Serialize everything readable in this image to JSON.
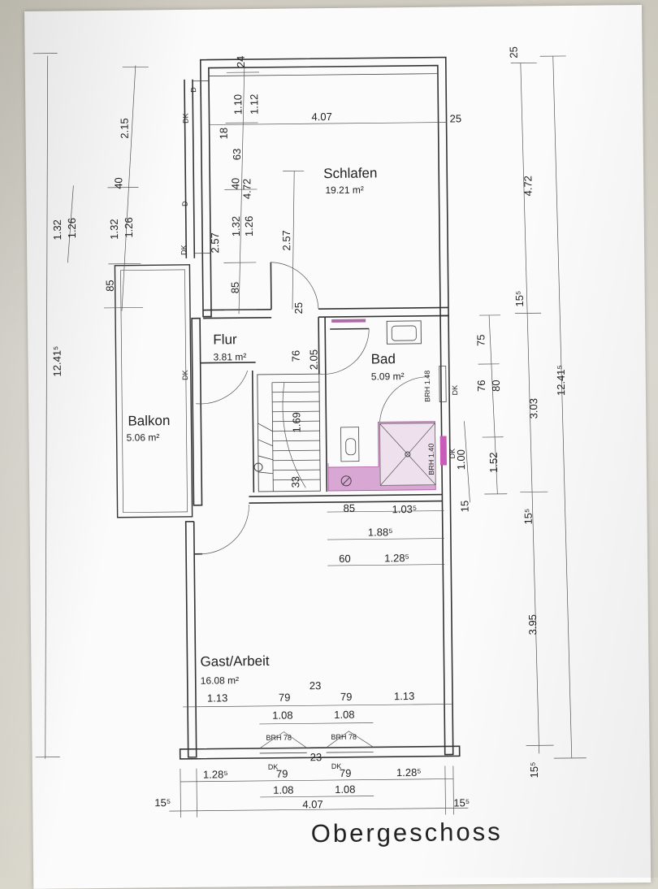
{
  "plan": {
    "title": "Obergeschoss",
    "rooms": [
      {
        "name": "Schlafen",
        "area": "19.21 m²"
      },
      {
        "name": "Flur",
        "area": "3.81 m²"
      },
      {
        "name": "Bad",
        "area": "5.09 m²"
      },
      {
        "name": "Balkon",
        "area": "5.06 m²"
      },
      {
        "name": "Gast/Arbeit",
        "area": "16.08 m²"
      }
    ],
    "dimensions": {
      "left_outer": [
        "12.41⁵",
        "1.32",
        "1.26",
        "2.15"
      ],
      "left_inner": [
        "40",
        "1.32",
        "1.26",
        "85"
      ],
      "left_mid": [
        "2.57",
        "1.32",
        "1.26",
        "85",
        "63",
        "18",
        "40",
        "4.72",
        "1.10",
        "1.12",
        "24",
        "2.57"
      ],
      "flur": [
        "25",
        "76",
        "2.05",
        "1.69",
        "33"
      ],
      "right_outer": [
        "25",
        "4.72",
        "15⁵",
        "12.41⁵",
        "3.03",
        "15⁵",
        "3.95",
        "15⁵"
      ],
      "right_inner": [
        "75",
        "76",
        "80",
        "1.00",
        "1.52",
        "15"
      ],
      "top": [
        "4.07",
        "25"
      ],
      "middle": [
        "85",
        "1.03⁵",
        "1.88⁵",
        "60",
        "1.28⁵"
      ],
      "gast_row1": [
        "1.13",
        "79",
        "23",
        "79",
        "1.13"
      ],
      "gast_row2": [
        "1.08",
        "1.08"
      ],
      "bottom_row1": [
        "1.28⁵",
        "79",
        "23",
        "79",
        "1.28⁵"
      ],
      "bottom_row2": [
        "1.08",
        "1.08"
      ],
      "bottom_row3": [
        "15⁵",
        "4.07",
        "15⁵"
      ]
    },
    "annotations": {
      "dk": "DK",
      "d": "D",
      "brh148": "BRH 1.48",
      "brh140": "BRH 1.40",
      "brh78": "BRH 78"
    }
  }
}
